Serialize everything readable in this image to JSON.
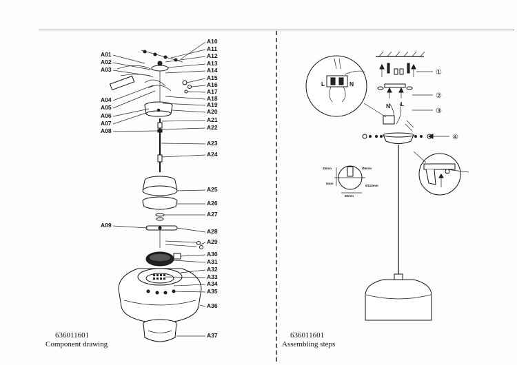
{
  "left_panel": {
    "code": "636011601",
    "title": "Component drawing",
    "labels_left": [
      "A01",
      "A02",
      "A03",
      "A04",
      "A05",
      "A06",
      "A07",
      "A08",
      "A09"
    ],
    "labels_right": [
      "A10",
      "A11",
      "A12",
      "A13",
      "A14",
      "A15",
      "A16",
      "A17",
      "A18",
      "A19",
      "A20",
      "A21",
      "A22",
      "A23",
      "A24",
      "A25",
      "A26",
      "A27",
      "A28",
      "A29",
      "A30",
      "A31",
      "A32",
      "A33",
      "A34",
      "A35",
      "A36",
      "A37"
    ]
  },
  "right_panel": {
    "code": "636011601",
    "title": "Assembling steps",
    "wire_labels": [
      "L",
      "N",
      "N",
      "L"
    ],
    "step_markers": [
      "①",
      "②",
      "③",
      "④"
    ],
    "dimensions": [
      "26mm",
      "Ø6mm",
      "5mm",
      "Ø110mm",
      "60mm"
    ]
  }
}
